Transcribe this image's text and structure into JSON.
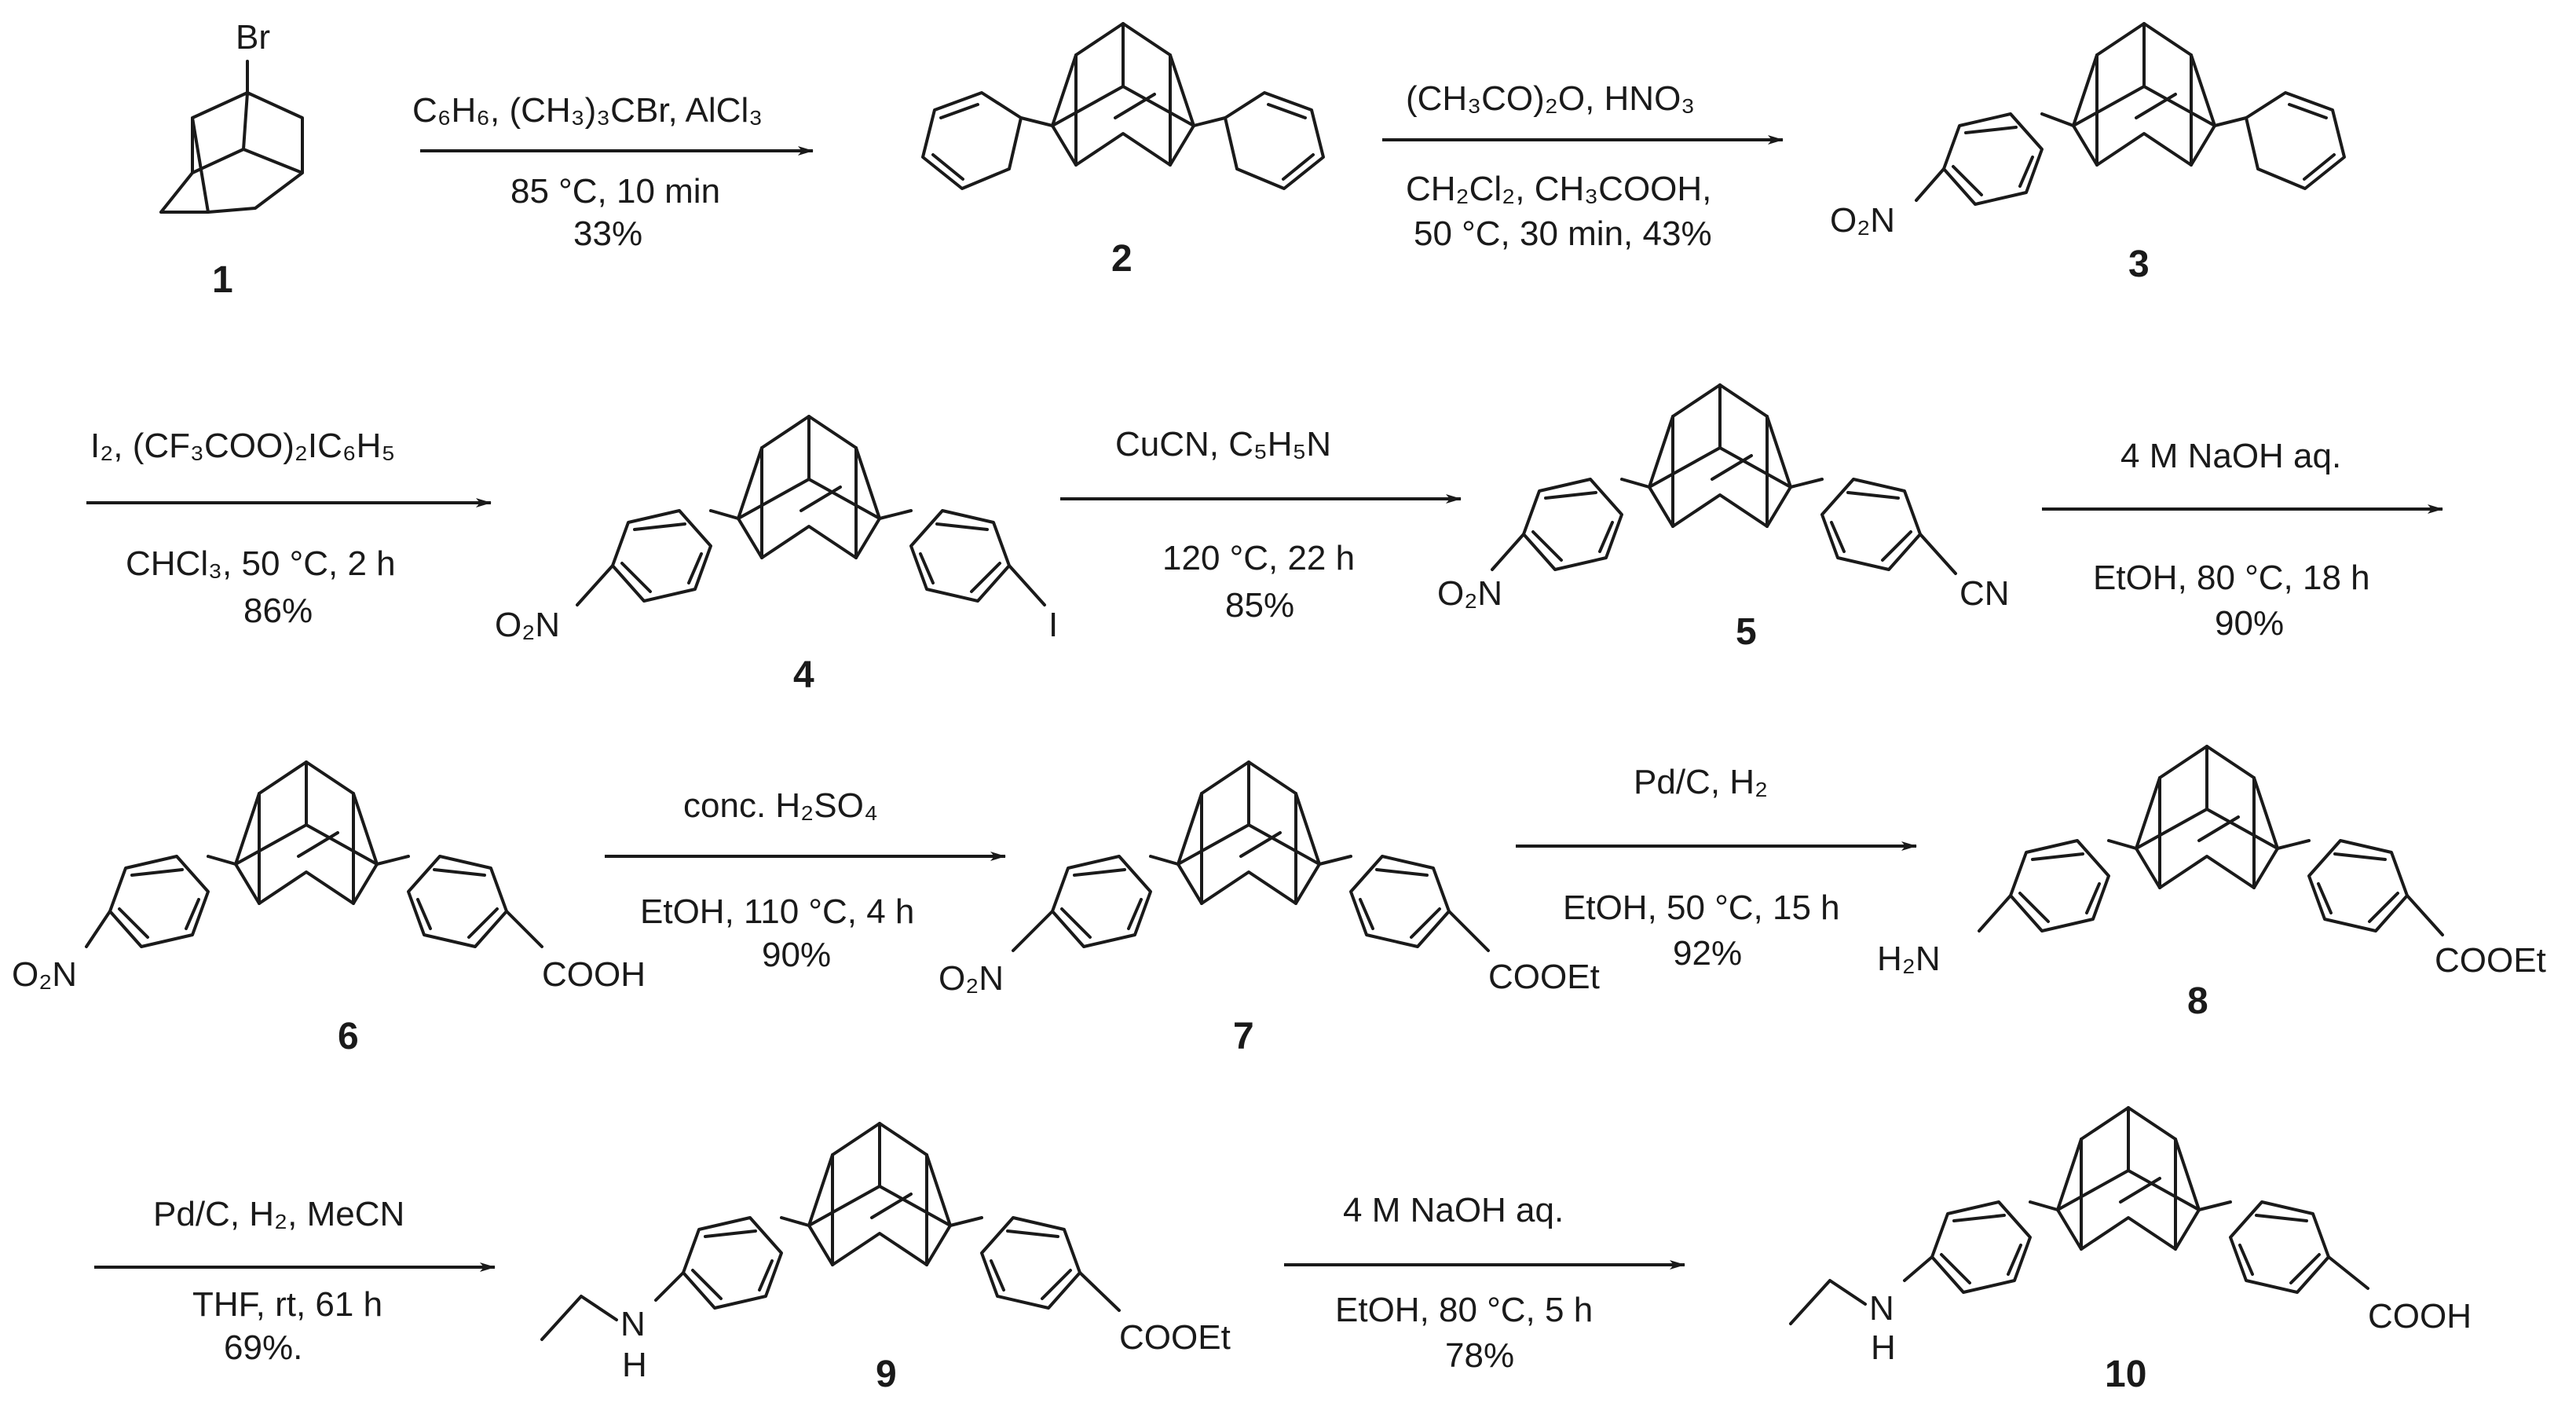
{
  "compounds": {
    "c1": {
      "number": "1",
      "substituent": "Br"
    },
    "c2": {
      "number": "2"
    },
    "c3": {
      "number": "3",
      "left_group": "O₂N"
    },
    "c4": {
      "number": "4",
      "left_group": "O₂N",
      "right_group": "I"
    },
    "c5": {
      "number": "5",
      "left_group": "O₂N",
      "right_group": "CN"
    },
    "c6": {
      "number": "6",
      "left_group": "O₂N",
      "right_group": "COOH"
    },
    "c7": {
      "number": "7",
      "left_group": "O₂N",
      "right_group": "COOEt"
    },
    "c8": {
      "number": "8",
      "left_group": "H₂N",
      "right_group": "COOEt"
    },
    "c9": {
      "number": "9",
      "left_group": "N",
      "left_group_h": "H",
      "right_group": "COOEt"
    },
    "c10": {
      "number": "10",
      "left_group": "N",
      "left_group_h": "H",
      "right_group": "COOH"
    }
  },
  "steps": [
    {
      "from": "1",
      "to": "2",
      "above": "C₆H₆, (CH₃)₃CBr, AlCl₃",
      "below": [
        "85 °C, 10 min",
        "33%"
      ]
    },
    {
      "from": "2",
      "to": "3",
      "above": "(CH₃CO)₂O, HNO₃",
      "below": [
        "CH₂Cl₂, CH₃COOH,",
        "50 °C, 30 min, 43%"
      ]
    },
    {
      "from": "3",
      "to": "4",
      "above": "I₂, (CF₃COO)₂IC₆H₅",
      "below": [
        "CHCl₃, 50 °C, 2 h",
        "86%"
      ]
    },
    {
      "from": "4",
      "to": "5",
      "above": "CuCN, C₅H₅N",
      "below": [
        "120 °C, 22 h",
        "85%"
      ]
    },
    {
      "from": "5",
      "to": "6",
      "above": "4 M NaOH aq.",
      "below": [
        "EtOH, 80 °C, 18 h",
        "90%"
      ]
    },
    {
      "from": "6",
      "to": "7",
      "above": "conc. H₂SO₄",
      "below": [
        "EtOH, 110 °C, 4 h",
        "90%"
      ]
    },
    {
      "from": "7",
      "to": "8",
      "above": "Pd/C, H₂",
      "below": [
        "EtOH, 50 °C, 15 h",
        "92%"
      ]
    },
    {
      "from": "8",
      "to": "9",
      "above": "Pd/C, H₂, MeCN",
      "below": [
        "THF, rt, 61 h",
        "69%."
      ]
    },
    {
      "from": "9",
      "to": "10",
      "above": "4 M NaOH aq.",
      "below": [
        "EtOH, 80 °C, 5 h",
        "78%"
      ]
    }
  ]
}
